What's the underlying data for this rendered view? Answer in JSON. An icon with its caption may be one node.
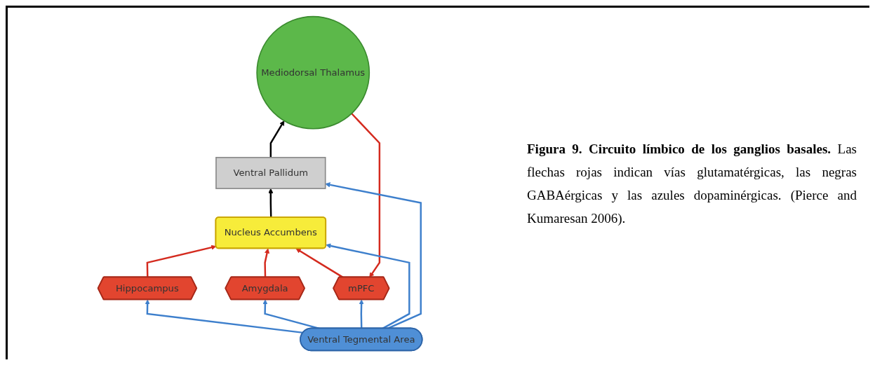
{
  "diagram": {
    "caption": "**Figura 9. Circuito límbico de los ganglios basales.** Las flechas rojas indican vías glutamatérgicas, las negras GABAérgicas y las azules dopaminérgicas. (Pierce and Kumaresan 2006).",
    "nodes": [
      {
        "text": [
          "mPFC"
        ]
      },
      {
        "text": [
          "Mediodorsal Thalamus"
        ]
      },
      {
        "text": [
          "Amygdala"
        ]
      },
      {
        "text": [
          "Hippocampus"
        ]
      },
      {
        "text": [
          "Nucleus Accumbens"
        ]
      },
      {
        "text": [
          "Ventral Pallidum"
        ]
      },
      {
        "text": [
          "Ventral Tegmental Area"
        ]
      }
    ],
    "edges": [
      {
        "from": 1,
        "to": 0,
        "arrow": "to",
        "color": "#d42a1e"
      },
      {
        "from": 0,
        "to": 4,
        "arrow": "to",
        "color": "#d42a1e"
      },
      {
        "from": 2,
        "to": 4,
        "arrow": "to",
        "color": "#d42a1e"
      },
      {
        "from": 3,
        "to": 4,
        "arrow": "to",
        "color": "#d42a1e"
      },
      {
        "from": 4,
        "to": 5,
        "arrow": "to",
        "color": "#000000"
      },
      {
        "from": 5,
        "to": 1,
        "arrow": "to",
        "color": "#000000"
      },
      {
        "from": 6,
        "to": 3,
        "arrow": "to"
      },
      {
        "from": 6,
        "to": 2,
        "arrow": "to"
      },
      {
        "from": 6,
        "to": 0,
        "arrow": "to"
      },
      {
        "from": 6,
        "to": 4,
        "arrow": "to"
      },
      {
        "from": 6,
        "to": 5,
        "arrow": "to"
      }
    ]
  }
}
